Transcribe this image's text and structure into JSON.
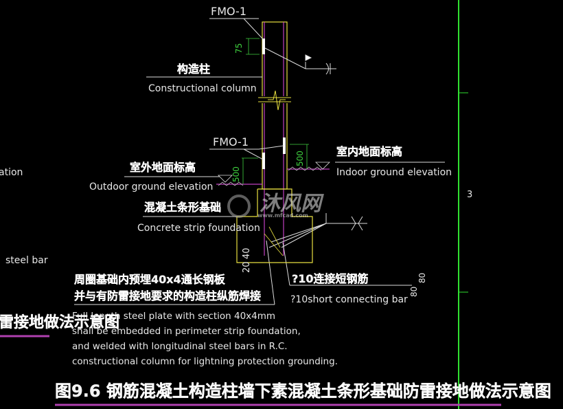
{
  "drawing": {
    "title": "图9.6  钢筋混凝土构造柱墙下素混凝土条形基础防雷接地做法示意图",
    "labels": {
      "fm_top": "FMO-1",
      "fm_mid": "FMO-1",
      "column_cn": "构造柱",
      "column_en": "Constructional column",
      "outdoor_cn": "室外地面标高",
      "outdoor_en": "Outdoor ground elevation",
      "indoor_cn": "室内地面标高",
      "indoor_en": "Indoor ground elevation",
      "foundation_cn": "混凝土条形基础",
      "foundation_en": "Concrete strip foundation",
      "plate_cn_1": "周圈基础内预埋40x4通长钢板",
      "plate_cn_2": "并与有防雷接地要求的构造柱纵筋焊接",
      "bar_cn": "?10连接短钢筋",
      "bar_en": "?10short connecting bar",
      "note_1": "Full length steel plate with section 40x4mm",
      "note_2": "shall be embedded in perimeter strip foundation,",
      "note_3": "and welded with longitudinal steel bars in R.C.",
      "note_4": "constructional column for lightning protection grounding."
    },
    "dimensions": {
      "d75": "75",
      "d500_left": "500",
      "d500_right": "500",
      "d40": "40",
      "d20": "20",
      "d80_a": "80",
      "d80_b": "80"
    },
    "left_fragments": {
      "elevation": "ation",
      "steel_bar": "steel bar",
      "title_tail": "雷接地做法示意图"
    },
    "right_panel": {
      "number": "3"
    },
    "watermark": {
      "name": "沐风网",
      "url": "www.mfcad.com"
    },
    "colors": {
      "background": "#000000",
      "concrete_outline": "#e8e040",
      "rebar": "#c040c0",
      "dimension": "#3fd23f",
      "frame": "#30e030",
      "text": "#e8e8e8"
    }
  }
}
